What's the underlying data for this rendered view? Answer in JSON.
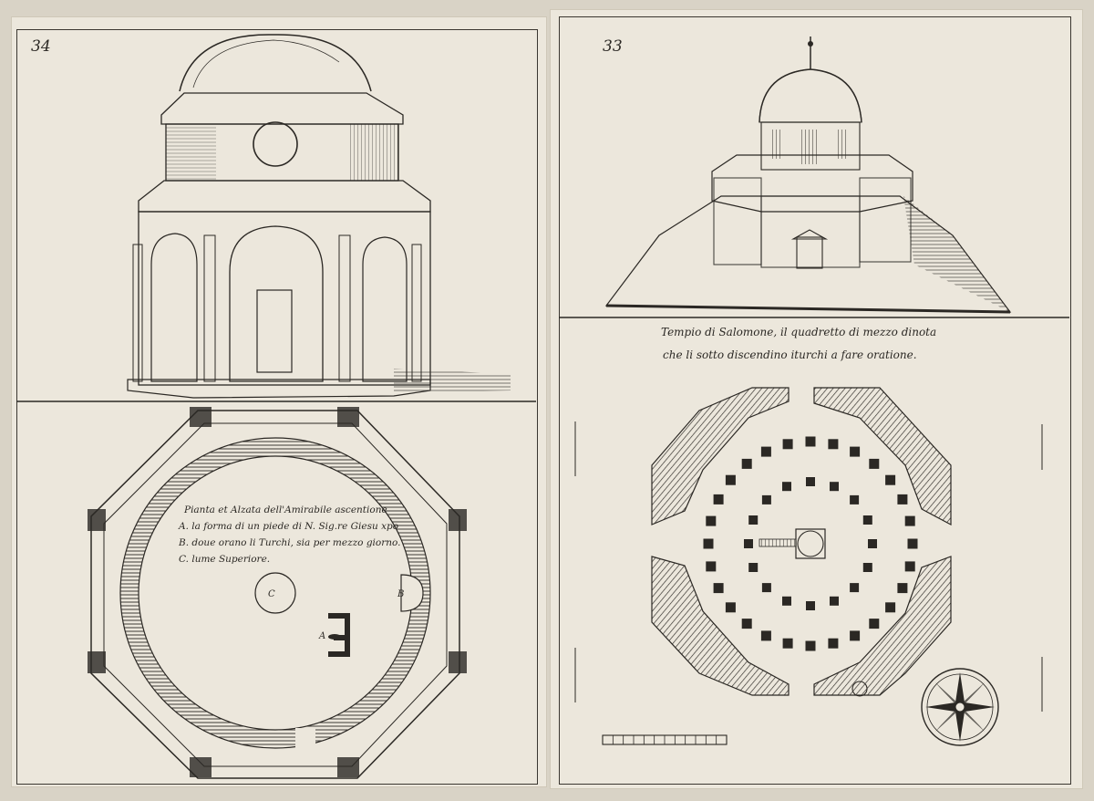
{
  "left_plate": {
    "number": "34",
    "legend": {
      "title": "Pianta et Alzata dell'Amirabile ascentione",
      "items": [
        "A. la forma di un piede di N. Sig.re Giesu xpo",
        "B. doue orano li Turchi, sia per mezzo giorno.",
        "C. lume Superiore."
      ]
    },
    "markers": {
      "a": "A",
      "b": "B",
      "c": "C"
    }
  },
  "right_plate": {
    "number": "33",
    "caption_line1": "Tempio di Salomone, il quadretto di mezzo dinota",
    "caption_line2": "che li sotto discendino iturchi a fare oratione."
  },
  "colors": {
    "ink": "#2b2824",
    "paper": "#ece7dc",
    "background": "#d9d3c6"
  }
}
